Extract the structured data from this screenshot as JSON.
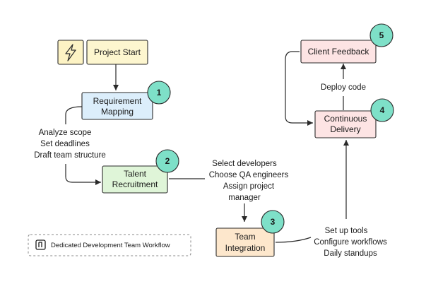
{
  "diagram": {
    "nodes": {
      "start": {
        "label": "Project Start",
        "icon": "lightning-icon",
        "fill": "#fdf6cf",
        "icon_fill": "#fdf3c4"
      },
      "requirement": {
        "line1": "Requirement",
        "line2": "Mapping",
        "badge": "1",
        "fill": "#dceefb"
      },
      "talent": {
        "line1": "Talent",
        "line2": "Recruitment",
        "badge": "2",
        "fill": "#dff5d8"
      },
      "integration": {
        "line1": "Team",
        "line2": "Integration",
        "badge": "3",
        "fill": "#fde7cc"
      },
      "delivery": {
        "line1": "Continuous",
        "line2": "Delivery",
        "badge": "4",
        "fill": "#fde4e4"
      },
      "feedback": {
        "label": "Client Feedback",
        "badge": "5",
        "fill": "#fde4e4"
      }
    },
    "edges": {
      "requirement_to_talent": [
        "Analyze scope",
        "Set deadlines",
        "Draft team structure"
      ],
      "talent_to_integration": [
        "Select developers",
        "Choose QA engineers",
        "Assign project",
        "manager"
      ],
      "integration_to_delivery": [
        "Set up tools",
        "Configure workflows",
        "Daily standups"
      ],
      "delivery_to_feedback": [
        "Deploy code"
      ]
    },
    "badge_color": "#7ee0c8",
    "legend": {
      "text": "Dedicated Development Team Workflow",
      "icon": "logo-icon"
    }
  }
}
